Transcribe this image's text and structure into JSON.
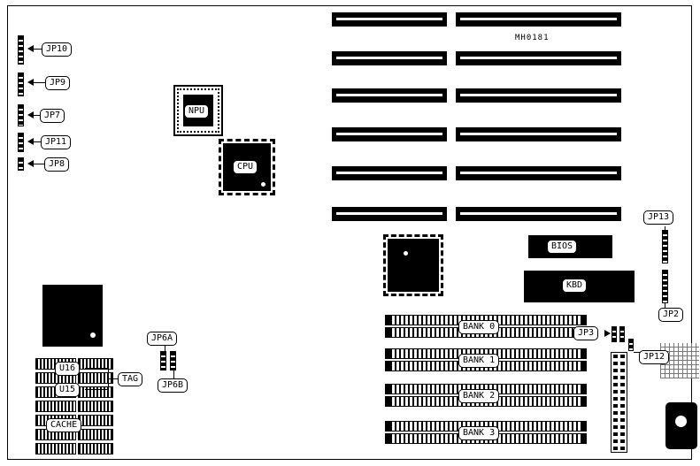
{
  "board": {
    "part_number": "MH0181",
    "jumpers": {
      "jp10": "JP10",
      "jp9": "JP9",
      "jp7": "JP7",
      "jp11": "JP11",
      "jp8": "JP8",
      "jp13": "JP13",
      "jp2": "JP2",
      "jp3": "JP3",
      "jp12": "JP12",
      "jp6a": "JP6A",
      "jp6b": "JP6B"
    },
    "chips": {
      "npu": "NPU",
      "cpu": "CPU",
      "bios": "BIOS",
      "kbd": "KBD",
      "u16": "U16",
      "u15": "U15",
      "tag": "TAG",
      "cache": "CACHE"
    },
    "memory_banks": [
      "BANK 0",
      "BANK 1",
      "BANK 2",
      "BANK 3"
    ],
    "colors": {
      "line": "#000000",
      "chip_fill": "#000000",
      "background": "#ffffff"
    }
  }
}
